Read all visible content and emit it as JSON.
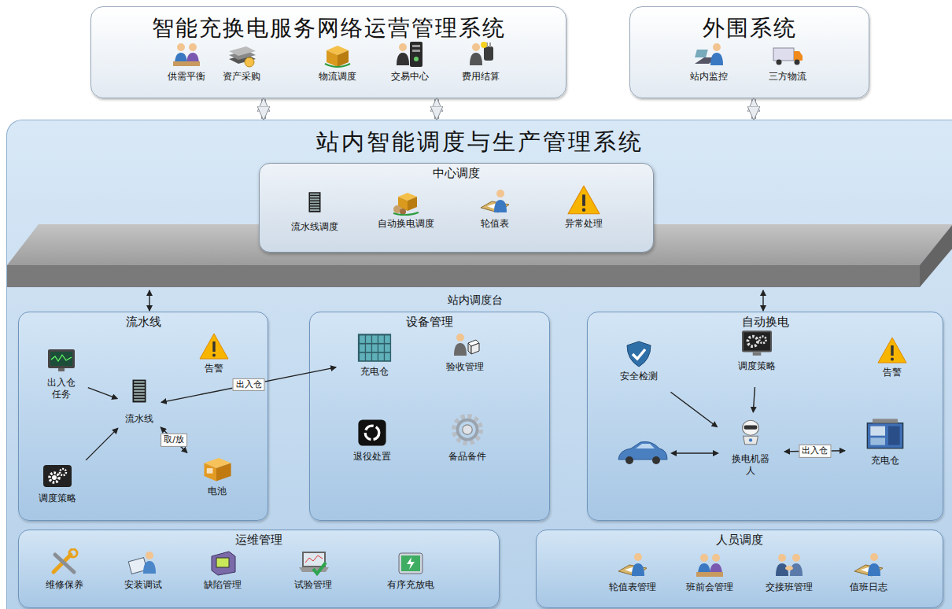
{
  "diagram": {
    "nodes": [
      {
        "text": [
          "智能充换电服务网络运营管理系统"
        ]
      },
      {
        "text": [
          "供需平衡"
        ],
        "in": 0
      },
      {
        "text": [
          "资产采购"
        ],
        "in": 0
      },
      {
        "text": [
          "物流调度"
        ],
        "in": 0
      },
      {
        "text": [
          "交易中心"
        ],
        "in": 0
      },
      {
        "text": [
          "费用结算"
        ],
        "in": 0
      },
      {
        "text": [
          "外围系统"
        ]
      },
      {
        "text": [
          "站内监控"
        ],
        "in": 6
      },
      {
        "text": [
          "三方物流"
        ],
        "in": 6
      },
      {
        "text": [
          "站内智能调度与生产管理系统"
        ]
      },
      {
        "text": [
          "中心调度"
        ],
        "in": 9
      },
      {
        "text": [
          "流水线调度"
        ],
        "in": 10
      },
      {
        "text": [
          "自动换电调度"
        ],
        "in": 10
      },
      {
        "text": [
          "轮值表"
        ],
        "in": 10
      },
      {
        "text": [
          "异常处理"
        ],
        "in": 10
      },
      {
        "text": [
          "站内调度台"
        ],
        "in": 9
      },
      {
        "text": [
          "流水线"
        ],
        "in": 9
      },
      {
        "text": [
          "出入仓任务"
        ],
        "in": 16
      },
      {
        "text": [
          "告警"
        ],
        "in": 16
      },
      {
        "text": [
          "流水线"
        ],
        "in": 16
      },
      {
        "text": [
          "调度策略"
        ],
        "in": 16
      },
      {
        "text": [
          "电池"
        ],
        "in": 16
      },
      {
        "text": [
          "设备管理"
        ],
        "in": 9
      },
      {
        "text": [
          "充电仓"
        ],
        "in": 22
      },
      {
        "text": [
          "验收管理"
        ],
        "in": 22
      },
      {
        "text": [
          "退役处置"
        ],
        "in": 22
      },
      {
        "text": [
          "备品备件"
        ],
        "in": 22
      },
      {
        "text": [
          "自动换电"
        ],
        "in": 9
      },
      {
        "text": [
          "安全检测"
        ],
        "in": 27
      },
      {
        "text": [
          "调度策略"
        ],
        "in": 27
      },
      {
        "text": [
          "告警"
        ],
        "in": 27
      },
      {
        "text": [
          "换电机器人"
        ],
        "in": 27
      },
      {
        "text": [
          "充电仓"
        ],
        "in": 27
      },
      {
        "text": [
          "运维管理"
        ],
        "in": 9
      },
      {
        "text": [
          "维修保养"
        ],
        "in": 33
      },
      {
        "text": [
          "安装调试"
        ],
        "in": 33
      },
      {
        "text": [
          "缺陷管理"
        ],
        "in": 33
      },
      {
        "text": [
          "试验管理"
        ],
        "in": 33
      },
      {
        "text": [
          "有序充放电"
        ],
        "in": 33
      },
      {
        "text": [
          "人员调度"
        ],
        "in": 9
      },
      {
        "text": [
          "轮值表管理"
        ],
        "in": 39
      },
      {
        "text": [
          "班前会管理"
        ],
        "in": 39
      },
      {
        "text": [
          "交接班管理"
        ],
        "in": 39
      },
      {
        "text": [
          "值班日志"
        ],
        "in": 39
      }
    ],
    "edges": [
      {
        "from": 0,
        "to": 9,
        "arrow": "both"
      },
      {
        "from": 0,
        "to": 9,
        "arrow": "both"
      },
      {
        "from": 6,
        "to": 9,
        "arrow": "both"
      },
      {
        "from": 15,
        "to": 16,
        "arrow": "both"
      },
      {
        "from": 15,
        "to": 27,
        "arrow": "both"
      },
      {
        "from": 17,
        "to": 19,
        "arrow": "to"
      },
      {
        "from": 20,
        "to": 19,
        "arrow": "to"
      },
      {
        "from": 19,
        "to": 21,
        "label": "取/放",
        "arrow": "both"
      },
      {
        "from": 23,
        "to": 19,
        "label": "出入仓",
        "arrow": "both"
      },
      {
        "from": 28,
        "to": 31,
        "arrow": "to"
      },
      {
        "from": 29,
        "to": 31,
        "arrow": "to"
      },
      {
        "from": 31,
        "to": 32,
        "label": "出入仓",
        "arrow": "both"
      }
    ]
  }
}
